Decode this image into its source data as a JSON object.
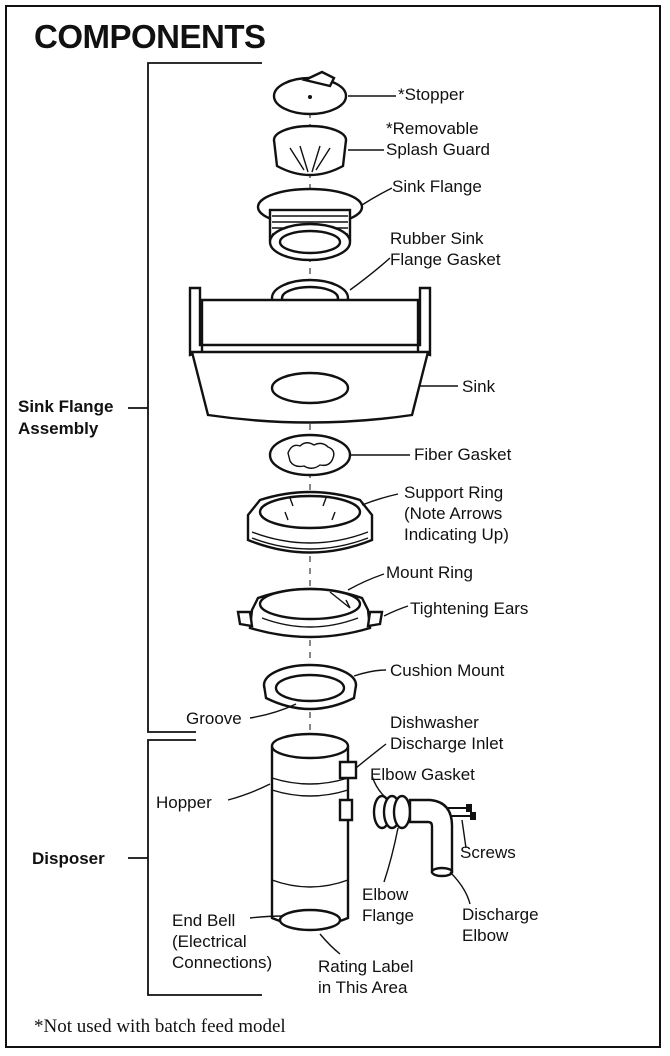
{
  "title": "COMPONENTS",
  "groups": {
    "sink_flange_assembly": "Sink Flange\nAssembly",
    "disposer": "Disposer"
  },
  "labels": {
    "stopper": "*Stopper",
    "splash_guard": "*Removable\nSplash Guard",
    "sink_flange": "Sink Flange",
    "rubber_gasket": "Rubber Sink\nFlange Gasket",
    "sink": "Sink",
    "fiber_gasket": "Fiber Gasket",
    "support_ring": "Support Ring\n(Note Arrows\nIndicating Up)",
    "mount_ring": "Mount Ring",
    "tightening_ears": "Tightening Ears",
    "cushion_mount": "Cushion Mount",
    "groove": "Groove",
    "dishwasher_inlet": "Dishwasher\nDischarge Inlet",
    "elbow_gasket": "Elbow Gasket",
    "hopper": "Hopper",
    "screws": "Screws",
    "elbow_flange": "Elbow\nFlange",
    "discharge_elbow": "Discharge\nElbow",
    "end_bell": "End Bell\n(Electrical\nConnections)",
    "rating_label": "Rating Label\nin This Area"
  },
  "footnote": "*Not used with batch feed model"
}
